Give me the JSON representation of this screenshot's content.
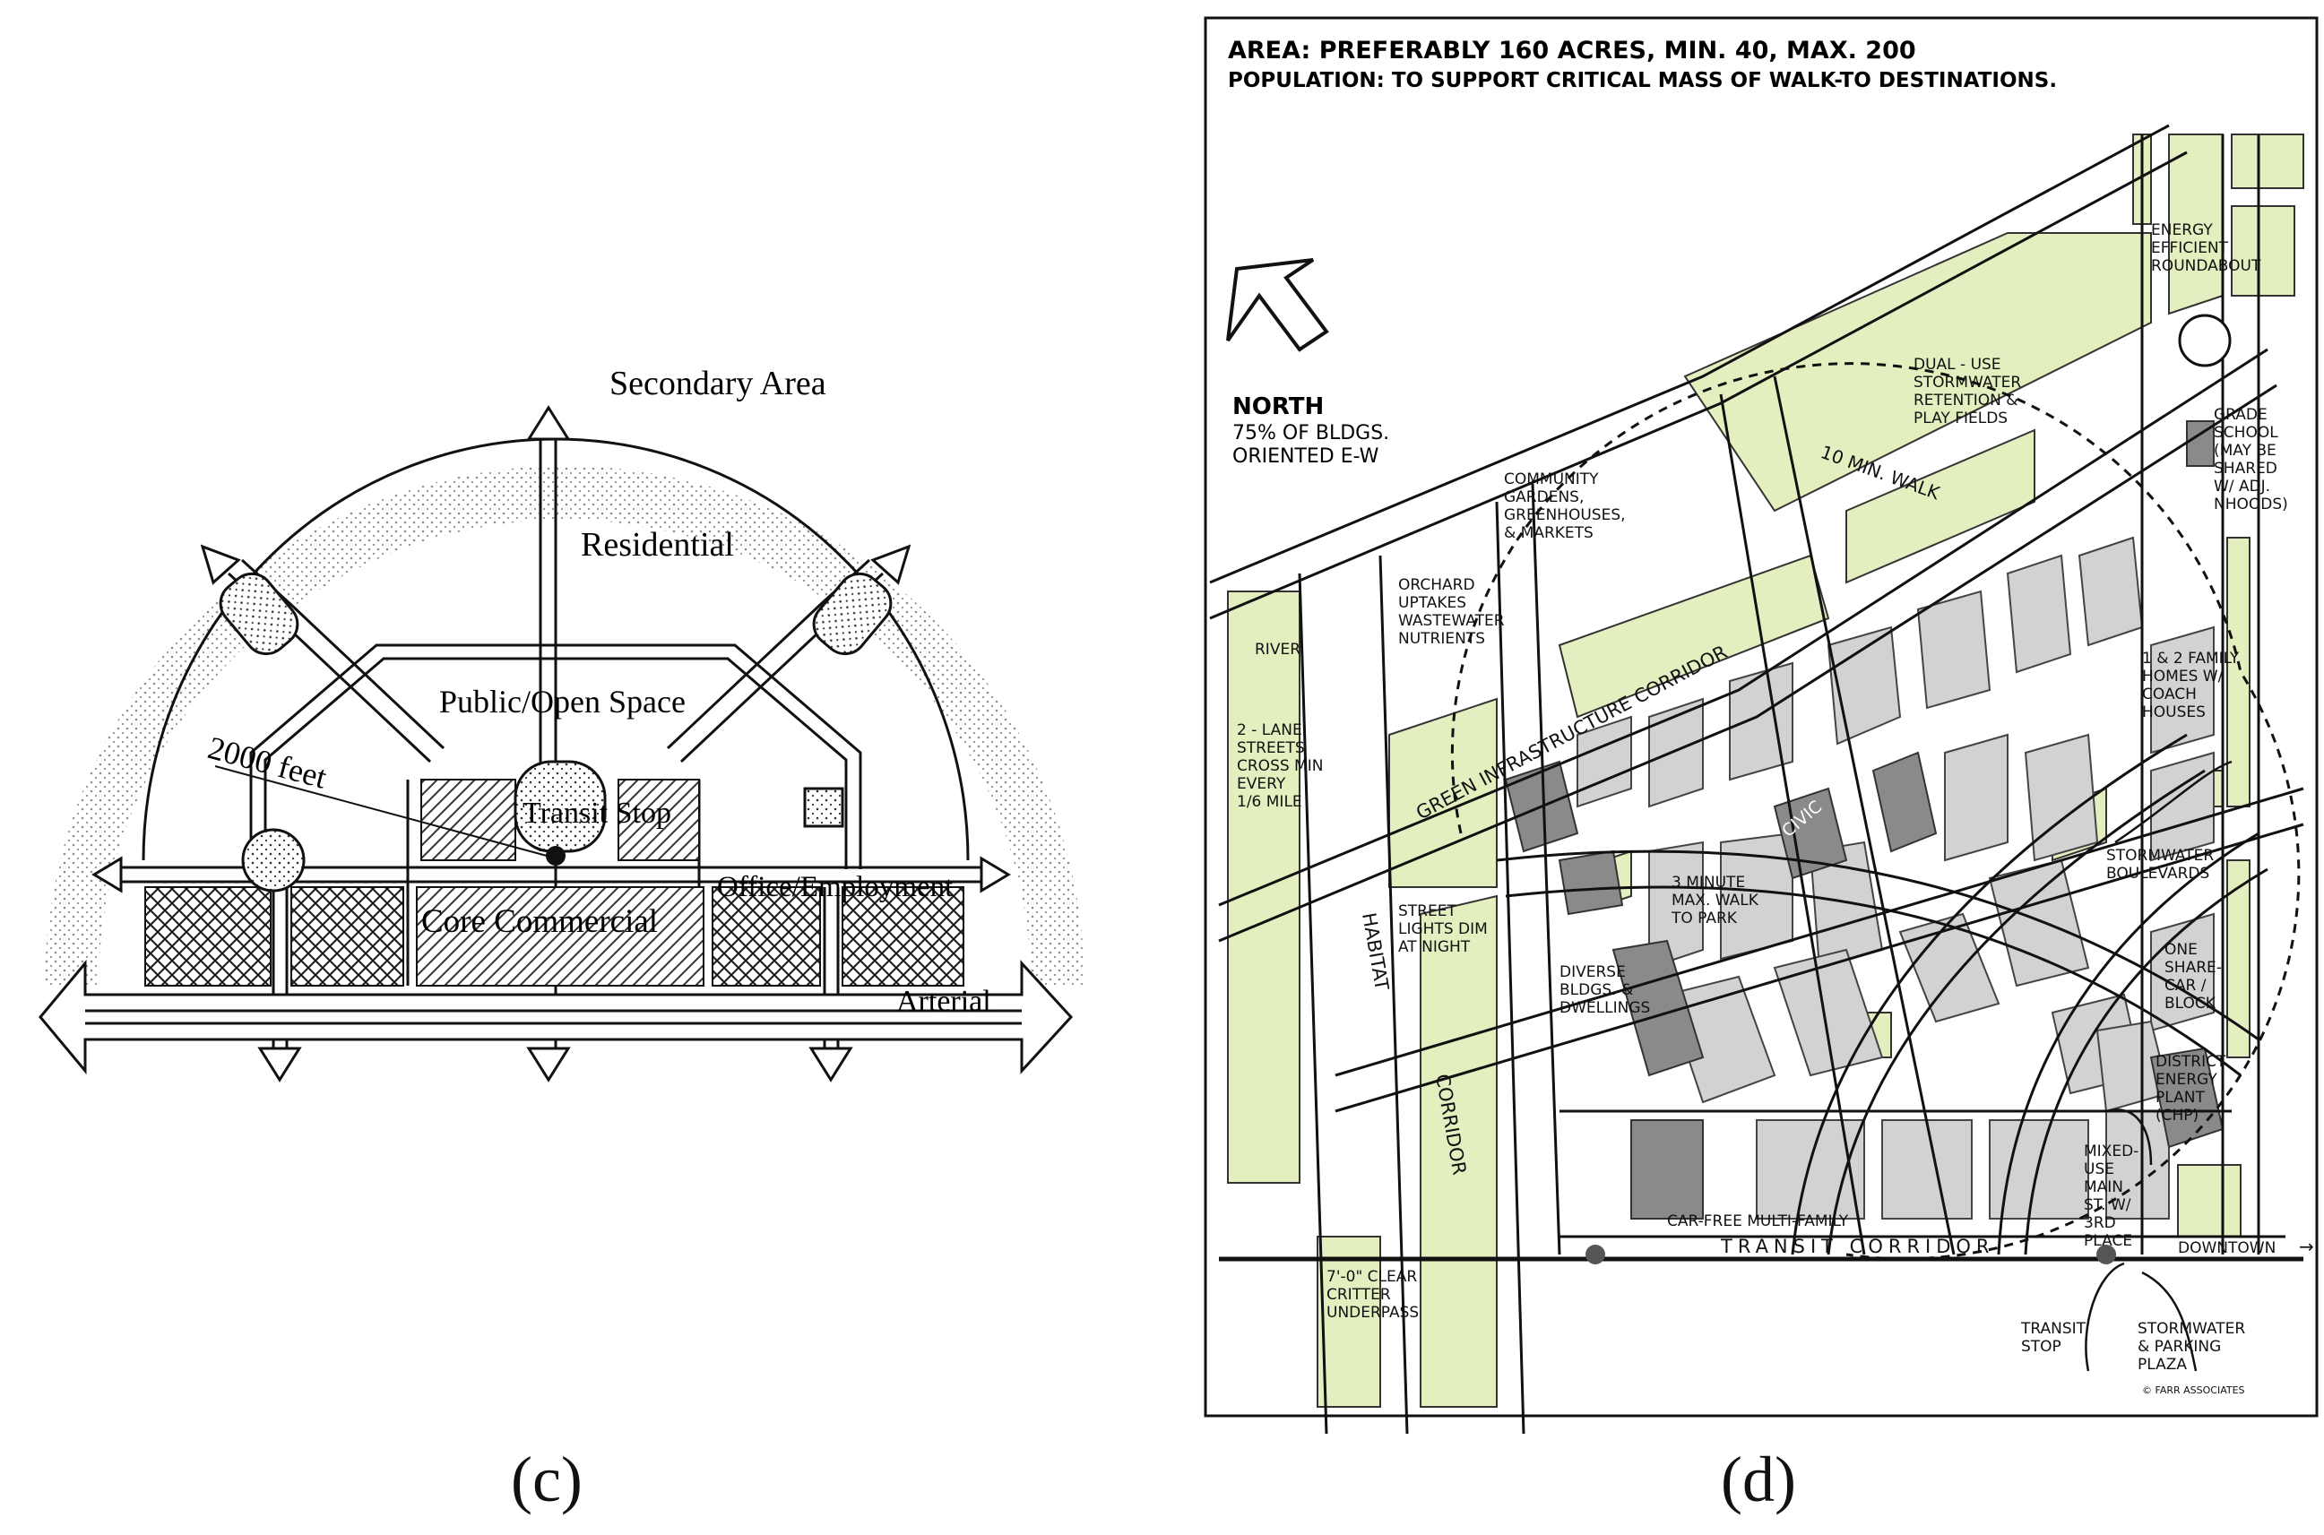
{
  "left_panel": {
    "title": "Secondary Area",
    "zones": {
      "residential": "Residential",
      "public_open_space": "Public/Open Space",
      "transit_stop": "Transit Stop",
      "core_commercial": "Core Commercial",
      "office_employment": "Office/Employment",
      "arterial": "Arterial"
    },
    "radius_label": "2000 feet",
    "caption": "(c)"
  },
  "right_panel": {
    "header_line1": "AREA: PREFERABLY 160 ACRES, MIN. 40, MAX. 200",
    "header_line2": "POPULATION: TO SUPPORT CRITICAL MASS OF WALK-TO DESTINATIONS.",
    "north": {
      "line1": "NORTH",
      "line2": "75% OF BLDGS.",
      "line3": "ORIENTED E-W"
    },
    "labels": {
      "energy": [
        "ENERGY",
        "EFFICIENT",
        "ROUNDABOUT"
      ],
      "dual_use": [
        "DUAL - USE",
        "STORMWATER",
        "RETENTION &",
        "PLAY FIELDS"
      ],
      "ten_min": "10 MIN. WALK",
      "grade_school": [
        "GRADE",
        "SCHOOL",
        "(MAY BE",
        "SHARED",
        "W/ ADJ.",
        "NHOODS)"
      ],
      "community": [
        "COMMUNITY",
        "GARDENS,",
        "GREENHOUSES,",
        "& MARKETS"
      ],
      "orchard": [
        "ORCHARD",
        "UPTAKES",
        "WASTEWATER",
        "NUTRIENTS"
      ],
      "river": "RIVER",
      "green_corridor": "GREEN INFRASTRUCTURE CORRIDOR",
      "family_homes": [
        "1 & 2 FAMILY",
        "HOMES W/",
        "COACH",
        "HOUSES"
      ],
      "two_lane": [
        "2 - LANE",
        "STREETS",
        "CROSS MIN",
        "EVERY",
        "1/6 MILE"
      ],
      "civic": "CIVIC",
      "stormwater_blvd": [
        "STORMWATER",
        "BOULEVARDS"
      ],
      "street_lights": [
        "STREET",
        "LIGHTS DIM",
        "AT NIGHT"
      ],
      "three_minute": [
        "3 MINUTE",
        "MAX. WALK",
        "TO PARK"
      ],
      "sharecar": [
        "ONE",
        "SHARE-",
        "CAR /",
        "BLOCK"
      ],
      "habitat": "HABITAT",
      "diverse": [
        "DIVERSE",
        "BLDGS. &",
        "DWELLINGS"
      ],
      "district_energy": [
        "DISTRICT",
        "ENERGY",
        "PLANT",
        "(CHP)"
      ],
      "corridor": "CORRIDOR",
      "mixed_use": [
        "MIXED-",
        "USE",
        "MAIN",
        "ST. W/",
        "3RD",
        "PLACE"
      ],
      "car_free": "CAR-FREE MULTI-FAMILY",
      "transit_corridor": "TRANSIT CORRIDOR",
      "downtown": "DOWNTOWN",
      "critter": [
        "7'-0\" CLEAR",
        "CRITTER",
        "UNDERPASS"
      ],
      "transit_stop": [
        "TRANSIT",
        "STOP"
      ],
      "stormwater_plaza": [
        "STORMWATER",
        "& PARKING",
        "PLAZA"
      ],
      "credit": "© FARR ASSOCIATES"
    },
    "caption": "(d)"
  },
  "colors": {
    "green_space": "#e4efc0",
    "building_gray": "#d2d2d2",
    "building_dark": "#8a8a8a",
    "ink": "#1a1a1a"
  }
}
